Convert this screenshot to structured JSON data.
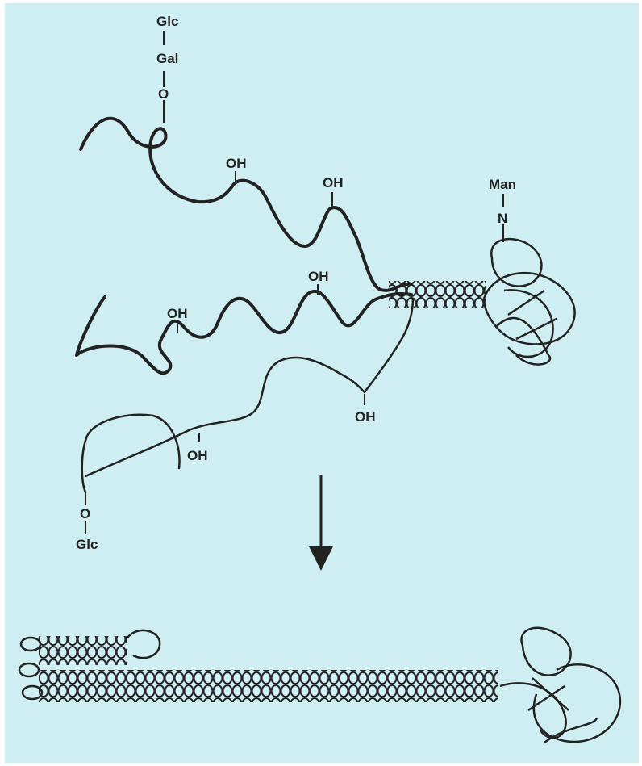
{
  "labels": {
    "top_chain": {
      "sugar1": "Glc",
      "sugar2": "Gal",
      "link": "O"
    },
    "hydroxyls": [
      "OH",
      "OH",
      "OH",
      "OH",
      "OH",
      "OH"
    ],
    "mannose": {
      "sugar": "Man",
      "link": "N"
    },
    "bottom_chain": {
      "link": "O",
      "sugar": "Glc"
    }
  },
  "colors": {
    "background": "#cfeef2",
    "ink": "#222222"
  }
}
